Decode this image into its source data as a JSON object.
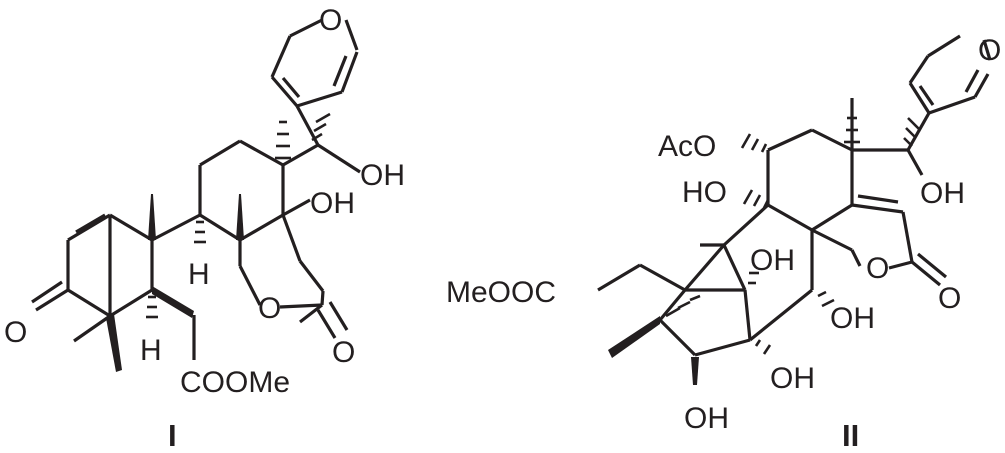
{
  "compounds": [
    {
      "id": "I",
      "label": "I",
      "atoms": {
        "furan_o": "O",
        "oh_side": "OH",
        "oh_ring": "OH",
        "h_upper": "H",
        "h_lower": "H",
        "ketone_o": "O",
        "lactone_o": "O",
        "carbonyl_o": "O",
        "ester": "COOMe"
      }
    },
    {
      "id": "II",
      "label": "II",
      "atoms": {
        "furan_o": "O",
        "oac": "AcO",
        "oh_side": "OH",
        "ho_ring": "HO",
        "oh_cage": "OH",
        "ester": "MeOOC",
        "lactone_o": "O",
        "carbonyl_o": "O",
        "oh_right": "OH",
        "oh_lower": "OH",
        "oh_bottom": "OH"
      }
    }
  ]
}
